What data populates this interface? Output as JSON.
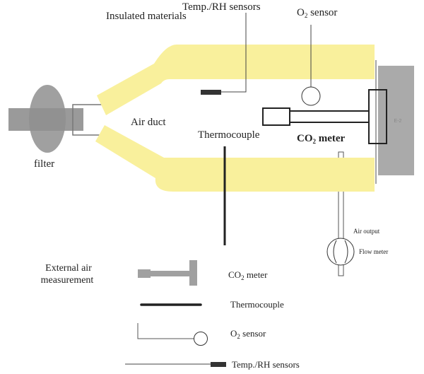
{
  "labels": {
    "insulated_materials": "Insulated materials",
    "temp_rh_sensors": "Temp./RH sensors",
    "o2_sensor_prefix": "O",
    "o2_sensor_sub": "2",
    "o2_sensor_suffix": " sensor",
    "air_duct": "Air duct",
    "filter": "filter",
    "thermocouple": "Thermocouple",
    "co2_meter_prefix": "CO",
    "co2_meter_sub": "2",
    "co2_meter_suffix": " meter",
    "chamber_block": "E-2",
    "air_output": "Air output",
    "flow_meter": "Flow meter"
  },
  "legend": {
    "title_line1": "External air",
    "title_line2": "measurement",
    "items": [
      {
        "prefix": "CO",
        "sub": "2",
        "suffix": " meter",
        "icon": "co2-meter-icon"
      },
      {
        "prefix": "Thermocouple",
        "sub": "",
        "suffix": "",
        "icon": "thermocouple-icon"
      },
      {
        "prefix": "O",
        "sub": "2",
        "suffix": " sensor",
        "icon": "o2-sensor-icon"
      },
      {
        "prefix": "Temp./RH sensors",
        "sub": "",
        "suffix": "",
        "icon": "temp-rh-sensor-icon"
      }
    ]
  },
  "colors": {
    "insulation": "#f9f09c",
    "filter_grey": "#9a9a9a",
    "block_grey": "#aaaaaa",
    "legend_grey": "#a0a0a0",
    "ink": "#222222"
  }
}
